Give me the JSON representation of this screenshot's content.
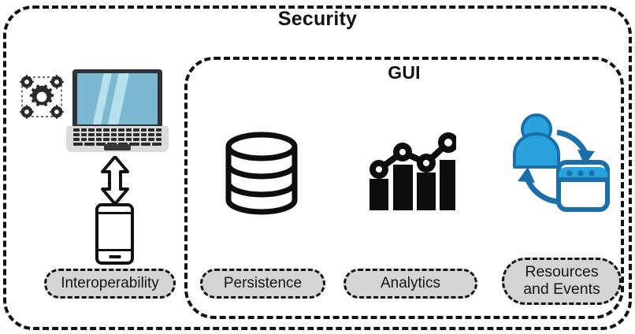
{
  "diagram": {
    "outer_container": {
      "title": "Security",
      "border_style": "dashed",
      "border_color": "#111111"
    },
    "inner_container": {
      "title": "GUI",
      "border_style": "dashed",
      "border_color": "#111111"
    },
    "colors": {
      "accent_blue": "#29a3dc",
      "accent_blue_dark": "#1b6fa8",
      "screen_blue": "#7cb8d0",
      "screen_highlight": "#b6e0ec",
      "pill_fill": "#d4d4d4",
      "outline_black": "#111111",
      "laptop_body": "#d9dbdd",
      "laptop_bezel": "#2f3337"
    },
    "nodes": [
      {
        "id": "interoperability",
        "label": "Interoperability",
        "icons": [
          "gears-config-icon",
          "laptop-icon",
          "double-arrow-icon",
          "smartphone-icon"
        ]
      },
      {
        "id": "persistence",
        "label": "Persistence",
        "icons": [
          "database-icon"
        ]
      },
      {
        "id": "analytics",
        "label": "Analytics",
        "icons": [
          "bar-chart-line-icon"
        ]
      },
      {
        "id": "resources-and-events",
        "label": "Resources and Events",
        "label_line1": "Resources",
        "label_line2": "and Events",
        "icons": [
          "user-icon",
          "browser-window-icon",
          "cycle-arrows-icon"
        ]
      }
    ]
  }
}
